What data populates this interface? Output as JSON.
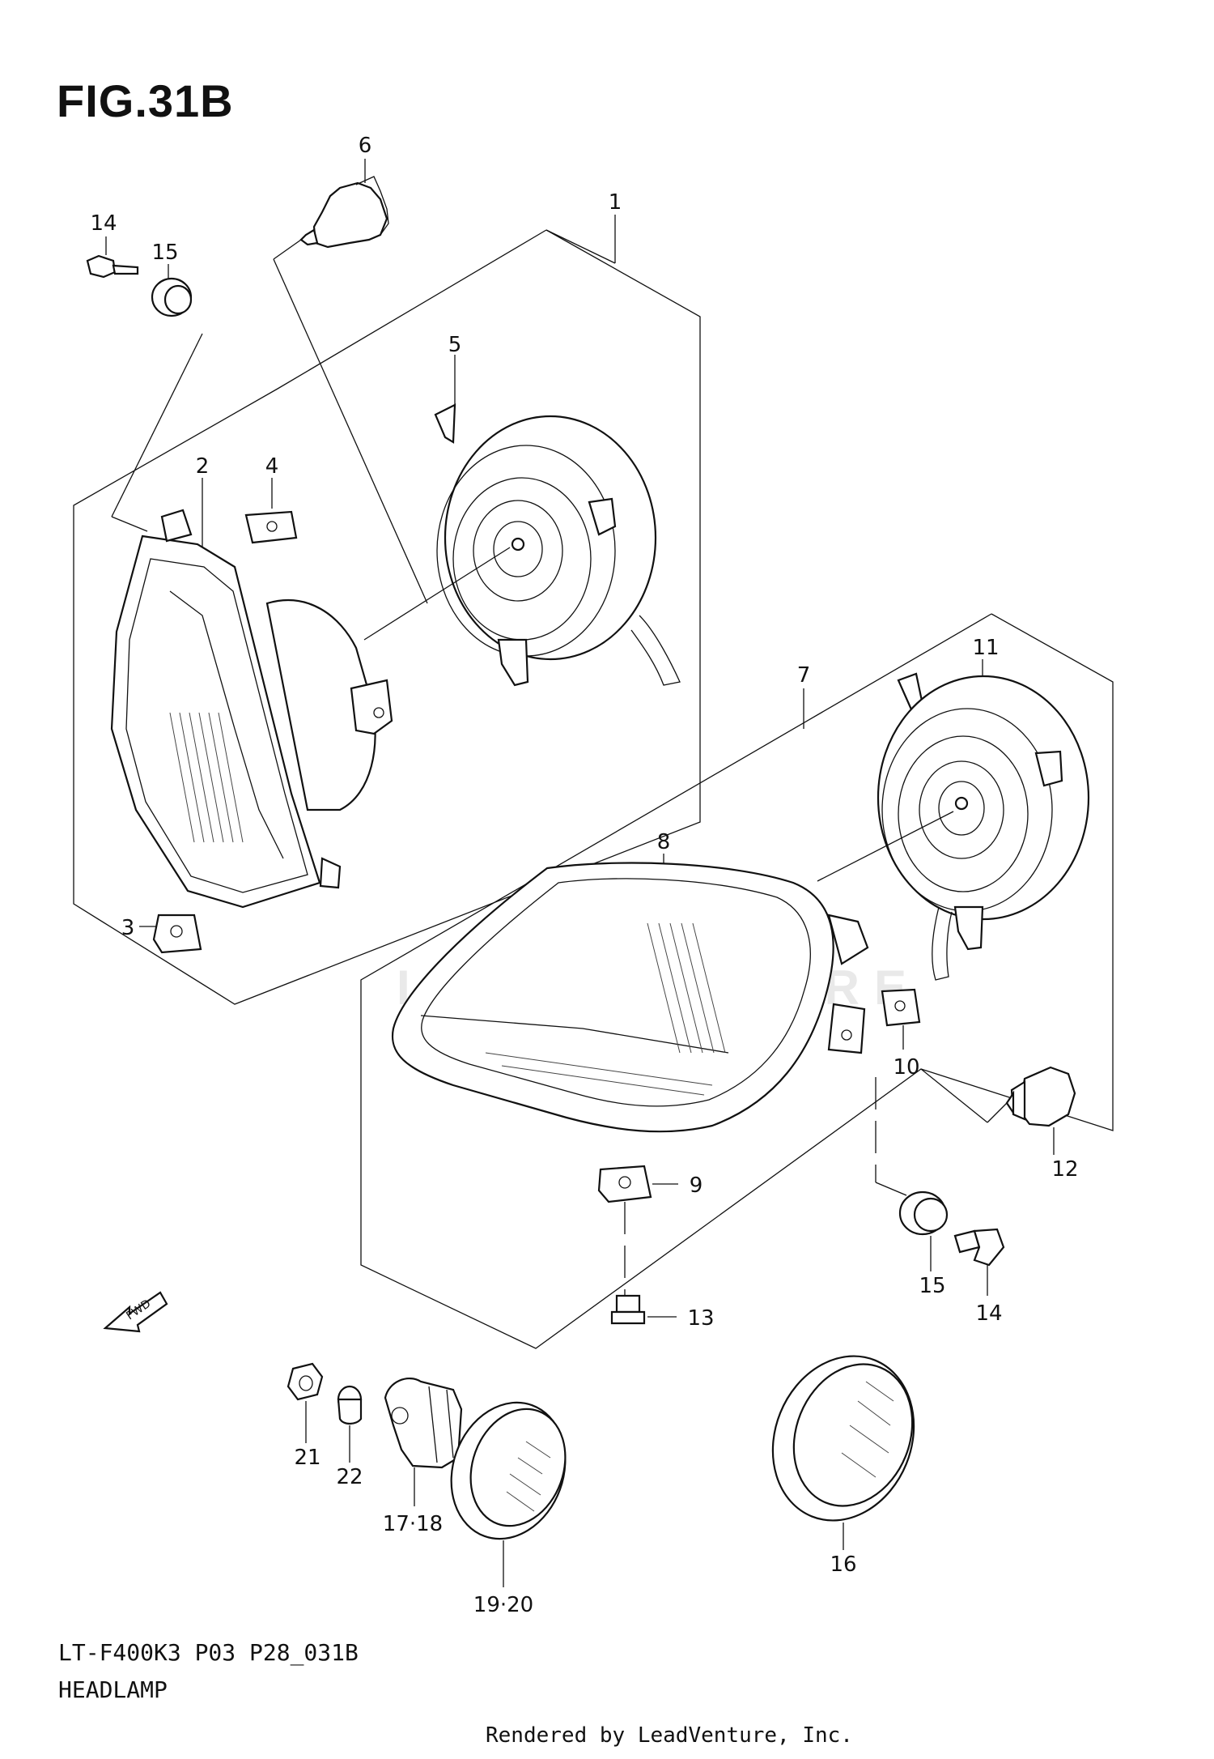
{
  "figure": {
    "title": "FIG.31B",
    "model_code": "LT-F400K3 P03 P28_031B",
    "assembly_name": "HEADLAMP",
    "render_credit": "Rendered by LeadVenture, Inc.",
    "watermark": "LEADVENTURE",
    "fwd_label": "FWD"
  },
  "callouts": [
    {
      "id": "c1",
      "label": "1"
    },
    {
      "id": "c2",
      "label": "2"
    },
    {
      "id": "c3",
      "label": "3"
    },
    {
      "id": "c4",
      "label": "4"
    },
    {
      "id": "c5",
      "label": "5"
    },
    {
      "id": "c6",
      "label": "6"
    },
    {
      "id": "c7",
      "label": "7"
    },
    {
      "id": "c8",
      "label": "8"
    },
    {
      "id": "c9",
      "label": "9"
    },
    {
      "id": "c10",
      "label": "10"
    },
    {
      "id": "c11",
      "label": "11"
    },
    {
      "id": "c12",
      "label": "12"
    },
    {
      "id": "c13",
      "label": "13"
    },
    {
      "id": "c14a",
      "label": "14"
    },
    {
      "id": "c15a",
      "label": "15"
    },
    {
      "id": "c14b",
      "label": "14"
    },
    {
      "id": "c15b",
      "label": "15"
    },
    {
      "id": "c16",
      "label": "16"
    },
    {
      "id": "c1718",
      "label": "17·18"
    },
    {
      "id": "c1920",
      "label": "19·20"
    },
    {
      "id": "c21",
      "label": "21"
    },
    {
      "id": "c22",
      "label": "22"
    }
  ]
}
